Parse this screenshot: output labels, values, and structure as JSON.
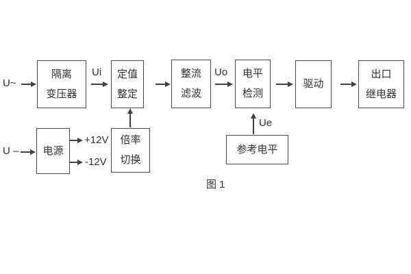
{
  "figure": {
    "caption": "图 1",
    "colors": {
      "line": "#3f3f3f",
      "border": "#4a4a4a",
      "text": "#2f2f2f",
      "background": "#ffffff"
    },
    "inputs": {
      "ac_label": "U~",
      "dc_label": "U –"
    },
    "signal_labels": {
      "ui": "Ui",
      "uo": "Uo",
      "ue": "Ue"
    },
    "power_rails": {
      "positive": "+12V",
      "negative": "-12V"
    },
    "blocks": {
      "isolation_transformer": {
        "line1": "隔离",
        "line2": "变压器"
      },
      "setting_adjust": {
        "line1": "定值",
        "line2": "整定"
      },
      "rectify_filter": {
        "line1": "整流",
        "line2": "滤波"
      },
      "level_detect": {
        "line1": "电平",
        "line2": "检测"
      },
      "drive": {
        "line1": "驱动"
      },
      "output_relay": {
        "line1": "出口",
        "line2": "继电器"
      },
      "power_supply": {
        "line1": "电源"
      },
      "ratio_switch": {
        "line1": "倍率",
        "line2": "切换"
      },
      "reference_level": {
        "line1": "参考电平"
      }
    }
  }
}
